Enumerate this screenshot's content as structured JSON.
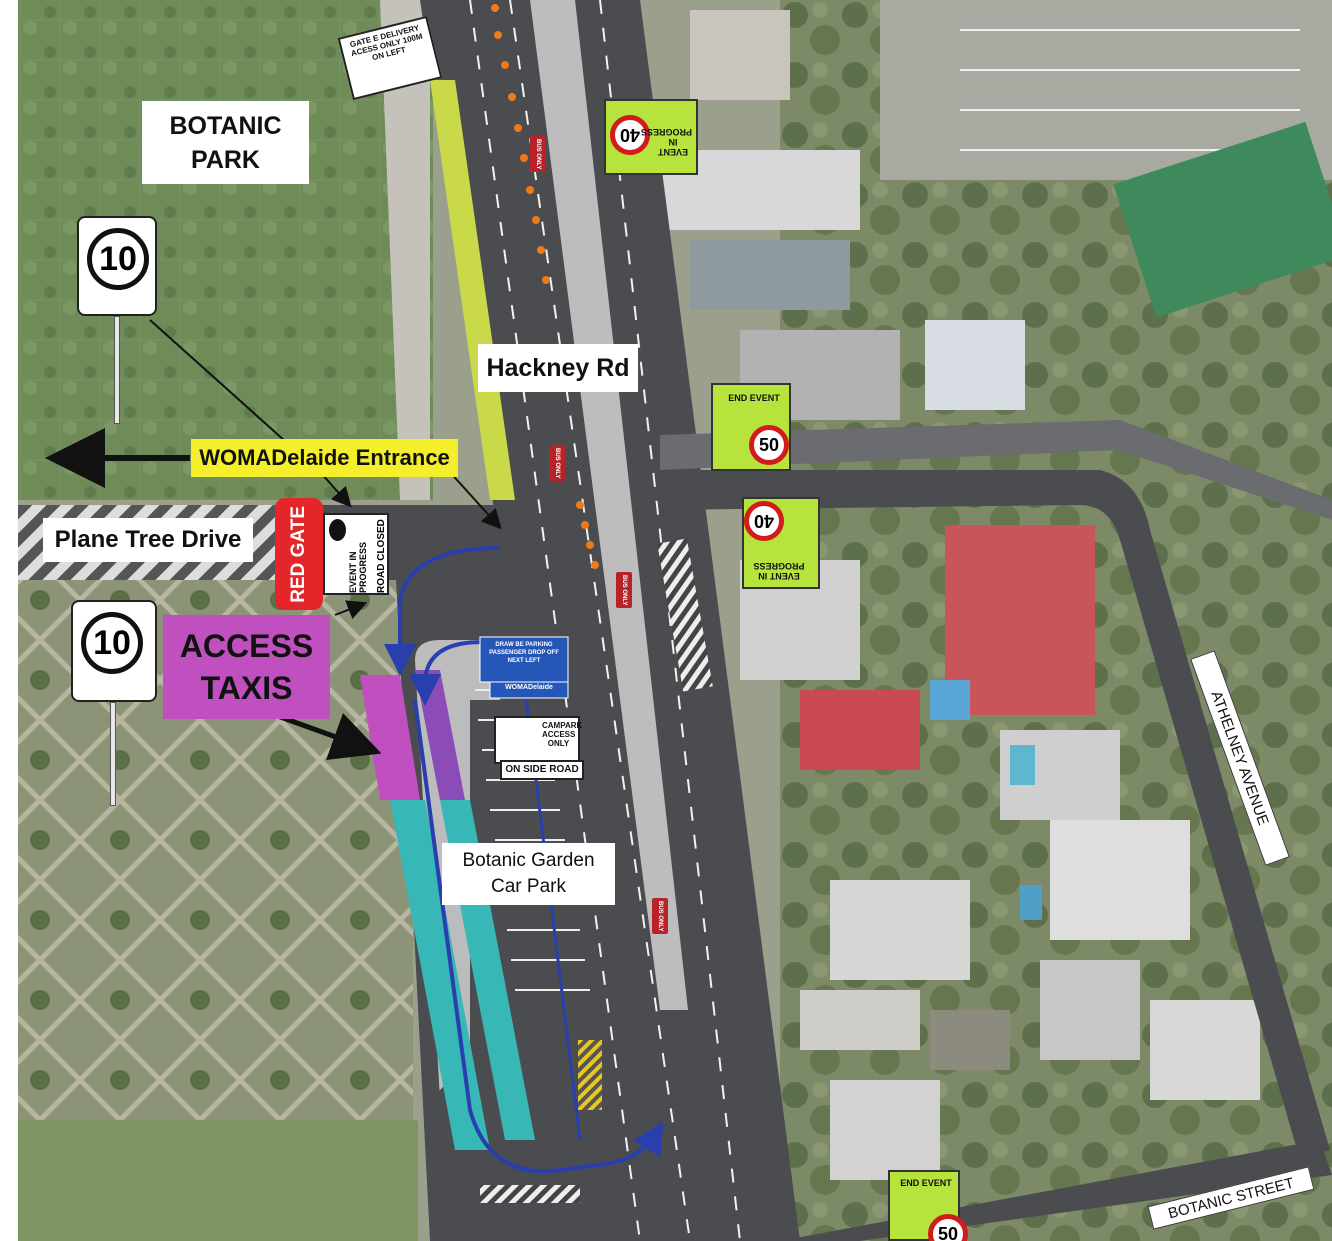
{
  "labels": {
    "botanic_park": "BOTANIC\nPARK",
    "hackney_rd": "Hackney Rd",
    "woma_entrance": "WOMADelaide Entrance",
    "plane_tree_drive": "Plane Tree Drive",
    "red_gate": "RED GATE",
    "road_closed": "ROAD CLOSED",
    "event_in_progress": "EVENT IN PROGRESS",
    "access_taxis": "ACCESS\nTAXIS",
    "car_park": "Botanic Garden\nCar Park",
    "athelney_avenue": "ATHELNEY AVENUE",
    "botanic_street": "BOTANIC STREET",
    "gate_e_sign": "GATE E DELIVERY ACESS ONLY 100M ON LEFT",
    "campark_access": "CAMPARK ACCESS ONLY",
    "on_side_road": "ON SIDE ROAD",
    "drop_off_sign": "DRAW BE PARKING PASSENGER DROP OFF NEXT LEFT",
    "woma_blue": "WOMADelaide"
  },
  "speed_signs": {
    "limit_10": "10",
    "sign_40_top": "40",
    "sign_40_top_text": "EVENT IN PROGRESS",
    "sign_50_mid": "50",
    "sign_50_mid_text": "END EVENT",
    "sign_40_mid": "40",
    "sign_40_mid_text": "EVENT IN PROGRESS",
    "sign_50_bottom": "50",
    "sign_50_bottom_text": "END EVENT"
  },
  "markers": {
    "bus_only": "BUS ONLY"
  },
  "colors": {
    "road": "#4a4c50",
    "taxi_zone": "#c04fc0",
    "teal_parking": "#37b7b6",
    "purple_parking": "#8b4cb8",
    "woma_yellow": "#f4ef2a",
    "lime": "#b6e33c",
    "red_gate": "#e4262a",
    "route_blue": "#2a3fae"
  }
}
